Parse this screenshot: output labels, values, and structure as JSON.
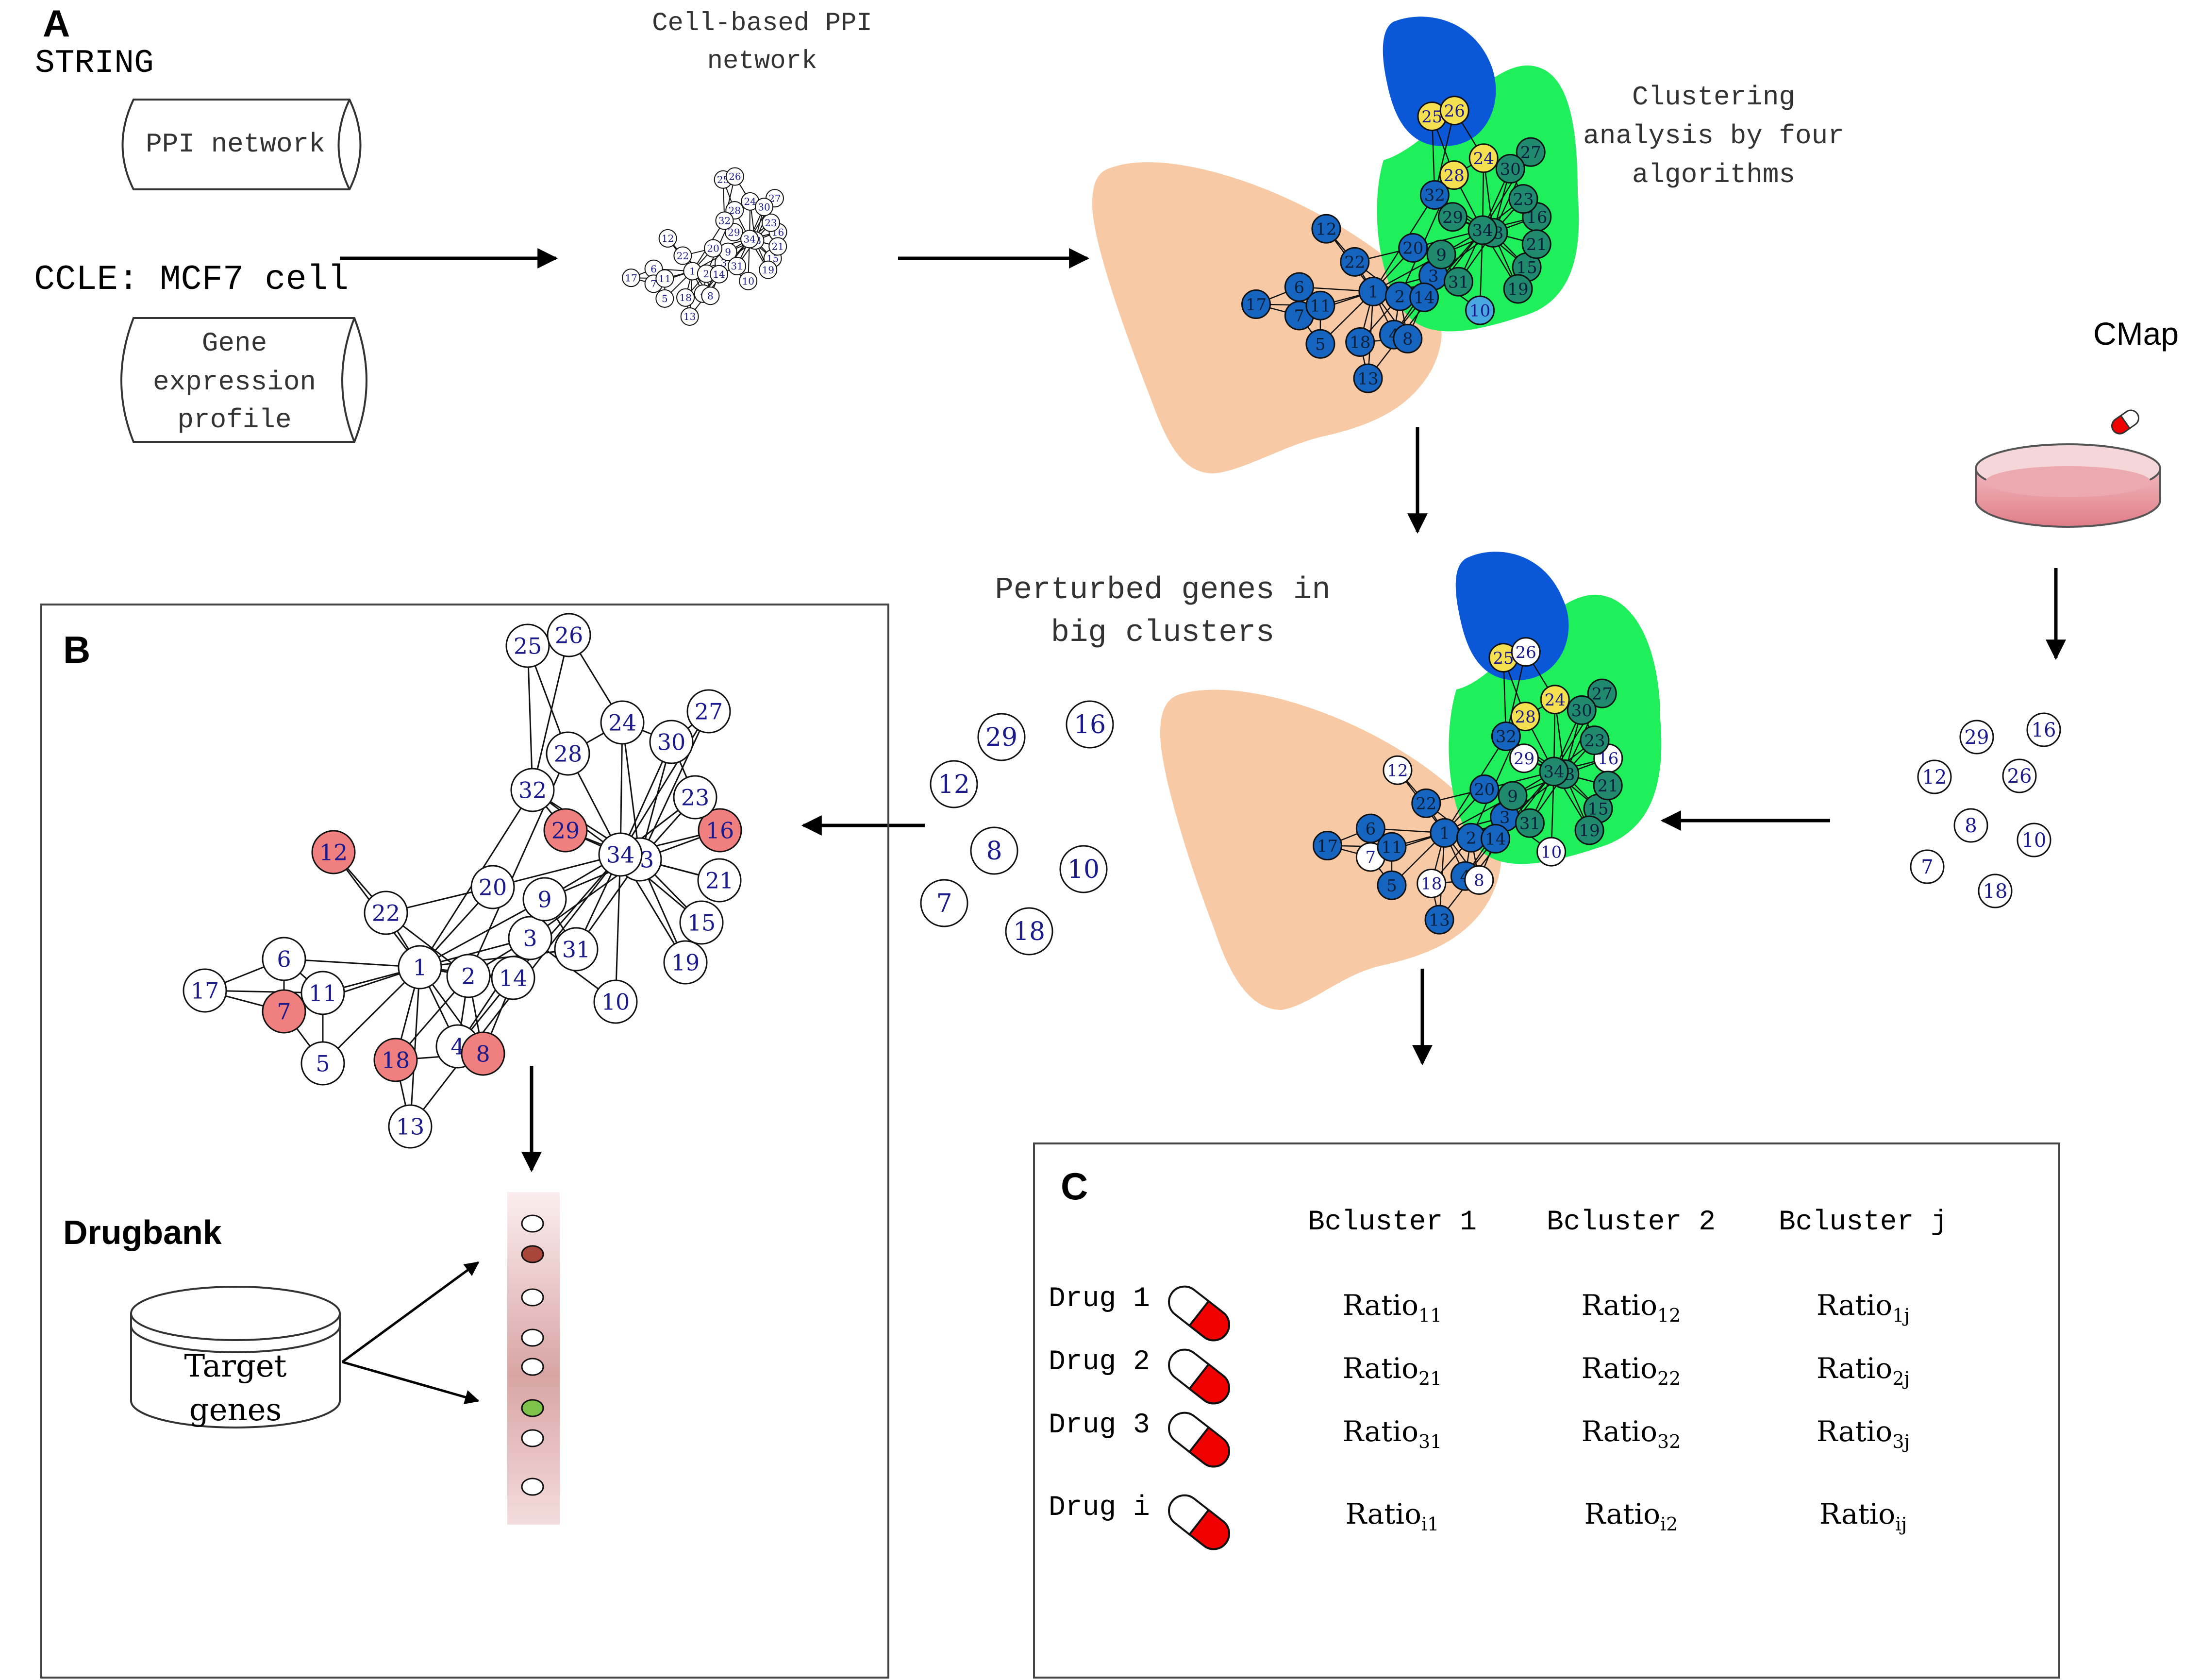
{
  "panels": {
    "a": "A",
    "b": "B",
    "c": "C"
  },
  "sources": {
    "string_title": "STRING",
    "ppi_db": "PPI network",
    "ccle_title": "CCLE: MCF7 cell",
    "expr_db_line1": "Gene",
    "expr_db_line2": "expression",
    "expr_db_line3": "profile"
  },
  "cell_network_title_line1": "Cell-based PPI",
  "cell_network_title_line2": "network",
  "clustering_line1": "Clustering",
  "clustering_line2": "analysis by four",
  "clustering_line3": "algorithms",
  "cmap_title": "CMap",
  "perturbed_line1": "Perturbed genes in",
  "perturbed_line2": "big clusters",
  "drugbank_title": "Drugbank",
  "target_line1": "Target",
  "target_line2": "genes",
  "perturbed_genes": [
    "29",
    "16",
    "12",
    "8",
    "10",
    "7",
    "18"
  ],
  "cmap_genes": [
    "29",
    "16",
    "12",
    "26",
    "8",
    "10",
    "7",
    "18"
  ],
  "target_gene_states": [
    "white",
    "dark-red",
    "white",
    "white",
    "white",
    "green",
    "white",
    "white"
  ],
  "colors": {
    "blue_node": "#1565c0",
    "teal_node": "#1f8a6e",
    "yellow_node": "#f5e050",
    "light_blue_node": "#4aa8e0",
    "pink_node": "#f08080",
    "orange_hull": "#f7c9a4",
    "green_hull": "#1fef5a",
    "blue_hull": "#0a57d8",
    "pill_red": "#f00000",
    "label_blue": "#1a1a8c"
  },
  "table": {
    "columns": [
      "Bcluster 1",
      "Bcluster 2",
      "Bcluster j"
    ],
    "rows": [
      {
        "drug": "Drug 1",
        "ratios": [
          [
            "Ratio",
            "11"
          ],
          [
            "Ratio",
            "12"
          ],
          [
            "Ratio",
            "1j"
          ]
        ]
      },
      {
        "drug": "Drug 2",
        "ratios": [
          [
            "Ratio",
            "21"
          ],
          [
            "Ratio",
            "22"
          ],
          [
            "Ratio",
            "2j"
          ]
        ]
      },
      {
        "drug": "Drug 3",
        "ratios": [
          [
            "Ratio",
            "31"
          ],
          [
            "Ratio",
            "32"
          ],
          [
            "Ratio",
            "3j"
          ]
        ]
      },
      {
        "drug": "Drug i",
        "ratios": [
          [
            "Ratio",
            "i1"
          ],
          [
            "Ratio",
            "i2"
          ],
          [
            "Ratio",
            "ij"
          ]
        ]
      }
    ]
  }
}
